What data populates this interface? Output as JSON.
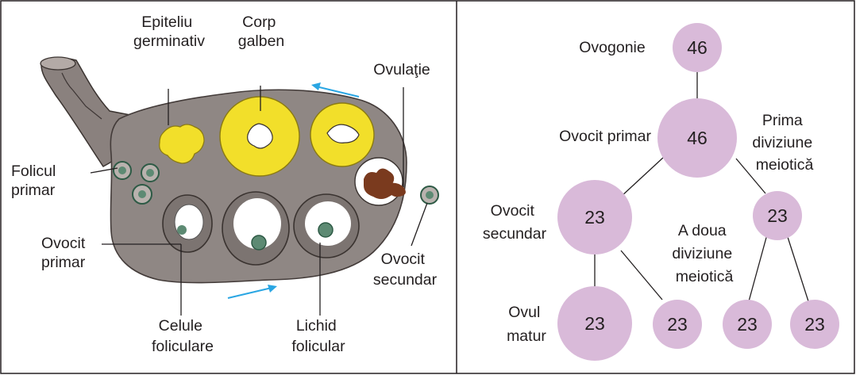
{
  "ovary": {
    "labels": {
      "epiteliu": [
        "Epiteliu",
        "germinativ"
      ],
      "corp": [
        "Corp",
        "galben"
      ],
      "ovulatie": [
        "Ovulaţie"
      ],
      "folicul": [
        "Folicul",
        "primar"
      ],
      "ovocit_primar": [
        "Ovocit",
        "primar"
      ],
      "ovocit_secundar": [
        "Ovocit",
        "secundar"
      ],
      "celule": [
        "Celule",
        "foliculare"
      ],
      "lichid": [
        "Lichid",
        "folicular"
      ]
    }
  },
  "tree": {
    "nodes": {
      "ovogonie": "46",
      "ovocit_primar": "46",
      "ovocit_secundar": "23",
      "polar_1": "23",
      "ovul": "23",
      "polar_2": "23",
      "polar_3": "23",
      "polar_4": "23"
    },
    "labels": {
      "ovogonie": [
        "Ovogonie"
      ],
      "ovocit_primar": [
        "Ovocit primar"
      ],
      "prima": [
        "Prima",
        "diviziune",
        "meiotică"
      ],
      "ovocit_secundar": [
        "Ovocit",
        "secundar"
      ],
      "a_doua": [
        "A doua",
        "diviziune",
        "meiotică"
      ],
      "ovul": [
        "Ovul",
        "matur"
      ]
    }
  },
  "colors": {
    "node_fill": "#d9bad9",
    "ovary_fill": "#8f8784",
    "corpus_yellow": "#f2df2a",
    "arrow_blue": "#2aa6e3",
    "line": "#231f20"
  }
}
